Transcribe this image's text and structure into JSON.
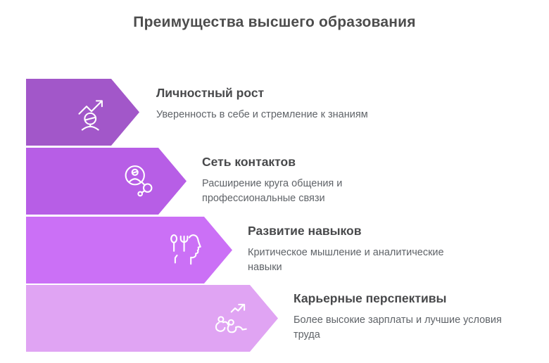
{
  "title": "Преимущества высшего образования",
  "colors": {
    "title_text": "#4d4d4d",
    "heading_text": "#48494b",
    "description_text": "#5f6368",
    "arrow_1": "#a257c9",
    "arrow_2": "#b75ee6",
    "arrow_3": "#cb70f6",
    "arrow_4": "#e0a4f3",
    "icon_stroke": "#ffffff"
  },
  "items": [
    {
      "heading": "Личностный рост",
      "description": "Уверенность в себе и стремление к знаниям",
      "icon": "growth-chart-person-icon",
      "color": "#a257c9"
    },
    {
      "heading": "Сеть контактов",
      "description": "Расширение круга общения и профессиональные связи",
      "icon": "network-person-icon",
      "color": "#b75ee6"
    },
    {
      "heading": "Развитие навыков",
      "description": "Критическое мышление и аналитические навыки",
      "icon": "head-knowledge-utensils-icon",
      "color": "#cb70f6"
    },
    {
      "heading": "Карьерные перспективы",
      "description": "Более высокие зарплаты и лучшие условия труда",
      "icon": "career-growth-runners-icon",
      "color": "#e0a4f3"
    }
  ]
}
